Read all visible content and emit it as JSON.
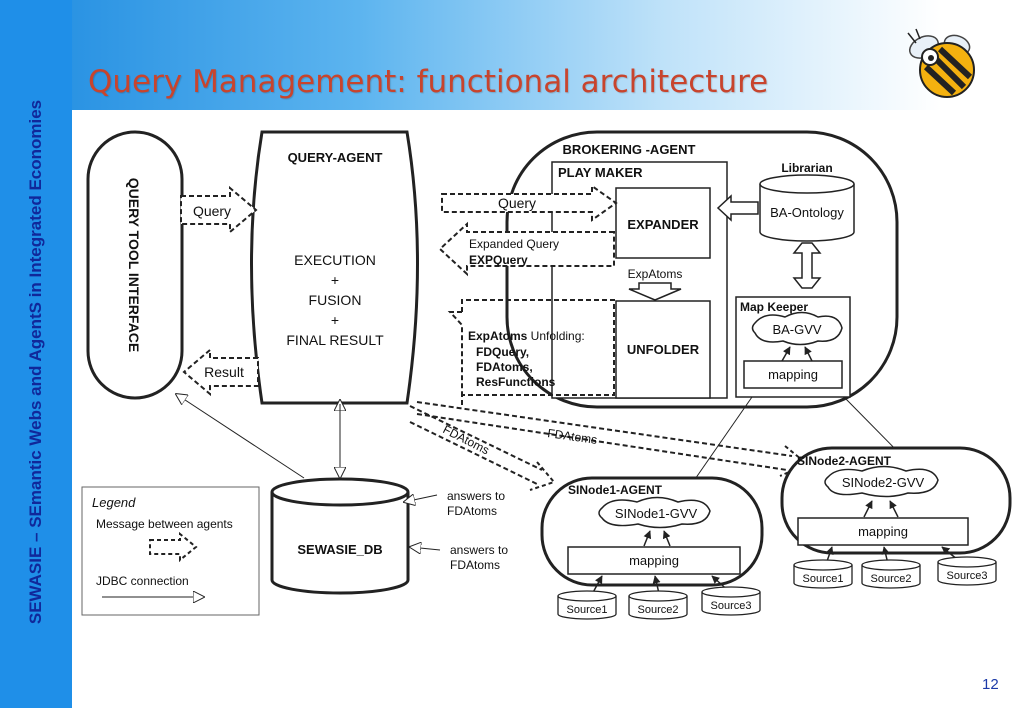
{
  "slide": {
    "title": "Query Management: functional architecture",
    "side_title": "SEWASIE – SEmantic Webs and AgentS in Integrated Economies",
    "page_number": "12"
  },
  "diagram": {
    "query_tool": "QUERY TOOL INTERFACE",
    "query_agent": {
      "title": "QUERY-AGENT",
      "body": [
        "EXECUTION",
        "+",
        "FUSION",
        "+",
        "FINAL RESULT"
      ]
    },
    "brokering_agent": {
      "title": "BROKERING -AGENT",
      "play_maker": "PLAY MAKER",
      "expander": "EXPANDER",
      "unfolder": "UNFOLDER",
      "exp_atoms": "ExpAtoms",
      "librarian": "Librarian",
      "ba_ontology": "BA-Ontology",
      "map_keeper": "Map Keeper",
      "ba_gvv": "BA-GVV",
      "mapping": "mapping"
    },
    "messages": {
      "query_left": "Query",
      "result": "Result",
      "query_right": "Query",
      "expanded_query": "Expanded Query",
      "expquery": "EXPQuery",
      "expatoms_bold": "ExpAtoms",
      "unfolding": " Unfolding:",
      "fdquery": "FDQuery,",
      "fdatoms_item": "FDAtoms,",
      "resfunctions": "ResFunctions",
      "fdatoms_diag1": "FDAtoms",
      "fdatoms_diag2": "FDAtoms",
      "answers1_line1": "answers to",
      "answers1_line2": "FDAtoms",
      "answers2_line1": "answers to",
      "answers2_line2": "FDAtoms"
    },
    "sewasie_db": "SEWASIE_DB",
    "sinode1": {
      "title": "SINode1-AGENT",
      "gvv": "SINode1-GVV",
      "mapping": "mapping",
      "sources": [
        "Source1",
        "Source2",
        "Source3"
      ]
    },
    "sinode2": {
      "title": "SINode2-AGENT",
      "gvv": "SINode2-GVV",
      "mapping": "mapping",
      "sources": [
        "Source1",
        "Source2",
        "Source3"
      ]
    },
    "legend": {
      "title": "Legend",
      "message": "Message between agents",
      "jdbc": "JDBC connection"
    }
  }
}
